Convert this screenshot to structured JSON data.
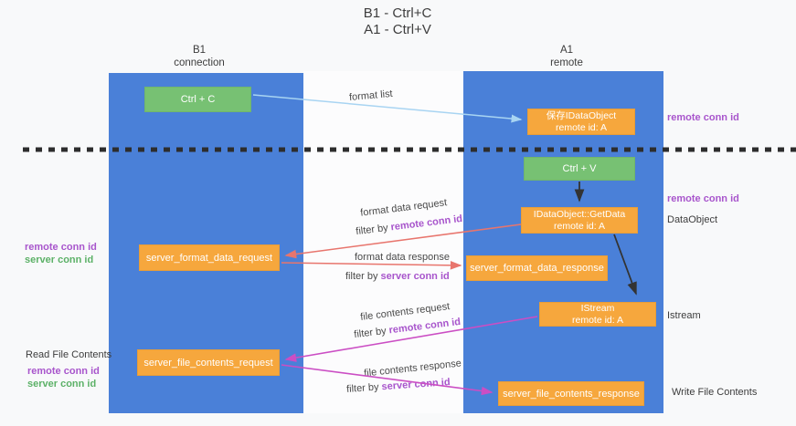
{
  "title": {
    "line1": "B1 - Ctrl+C",
    "line2": "A1 - Ctrl+V"
  },
  "lifelines": {
    "b1": {
      "name": "B1",
      "role": "connection"
    },
    "a1": {
      "name": "A1",
      "role": "remote"
    }
  },
  "nodes": {
    "ctrl_c": {
      "label": "Ctrl + C"
    },
    "save_idataobject": {
      "line1": "保存IDataObject",
      "line2": "remote id: A"
    },
    "ctrl_v": {
      "label": "Ctrl + V"
    },
    "getdata": {
      "line1": "IDataObject::GetData",
      "line2": "remote id: A"
    },
    "server_format_data_request": {
      "label": "server_format_data_request"
    },
    "server_format_data_response": {
      "label": "server_format_data_response"
    },
    "istream": {
      "line1": "IStream",
      "line2": "remote id: A"
    },
    "server_file_contents_request": {
      "label": "server_file_contents_request"
    },
    "server_file_contents_response": {
      "label": "server_file_contents_response"
    }
  },
  "labels": {
    "format_list": "format list",
    "format_data_request": "format data request",
    "format_data_response": "format data response",
    "file_contents_request": "file contents request",
    "file_contents_response": "file contents response",
    "filter_by": "filter by",
    "remote_conn_id": "remote conn id",
    "server_conn_id": "server conn id",
    "read_file_contents": "Read File Contents",
    "write_file_contents": "Write File Contents",
    "dataobject": "DataObject",
    "istream_annotation": "Istream"
  },
  "colors": {
    "lifeline_blue": "#4a80d8",
    "node_orange": "#f6a73d",
    "node_green": "#77c173",
    "arrow_red": "#e8756d",
    "arrow_magenta": "#cb4ec4",
    "arrow_lightblue": "#a8d4f2",
    "arrow_black": "#333333",
    "annotation_purple": "#a855cc",
    "annotation_green": "#5cb167"
  }
}
